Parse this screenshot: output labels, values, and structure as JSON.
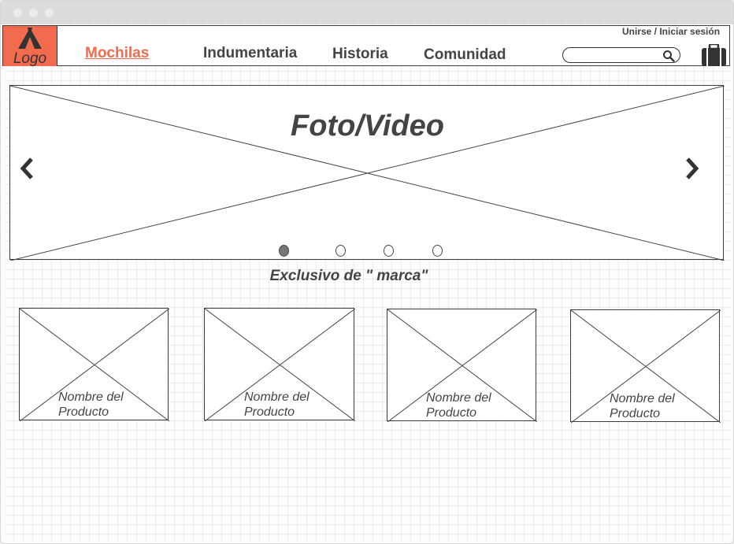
{
  "header": {
    "logo_label": "Logo",
    "login_link": "Unirse / Iniciar sesión",
    "nav": [
      {
        "label": "Mochilas",
        "active": true
      },
      {
        "label": "Indumentaria",
        "active": false
      },
      {
        "label": "Historia",
        "active": false
      },
      {
        "label": "Comunidad",
        "active": false
      }
    ],
    "search": {
      "value": "",
      "placeholder": ""
    },
    "accent_color": "#f26b4f"
  },
  "hero": {
    "title": "Foto/Video",
    "slides_count": 4,
    "active_slide": 1
  },
  "section": {
    "title": "Exclusivo de \" marca\""
  },
  "products": [
    {
      "name_line1": "Nombre del",
      "name_line2": "Producto"
    },
    {
      "name_line1": "Nombre del",
      "name_line2": "Producto"
    },
    {
      "name_line1": "Nombre del",
      "name_line2": "Producto"
    },
    {
      "name_line1": "Nombre del",
      "name_line2": "Producto"
    }
  ],
  "icons": {
    "logo": "tent-icon",
    "search": "magnifier-icon",
    "cart": "suitcase-icon",
    "prev": "chevron-left-icon",
    "next": "chevron-right-icon"
  }
}
